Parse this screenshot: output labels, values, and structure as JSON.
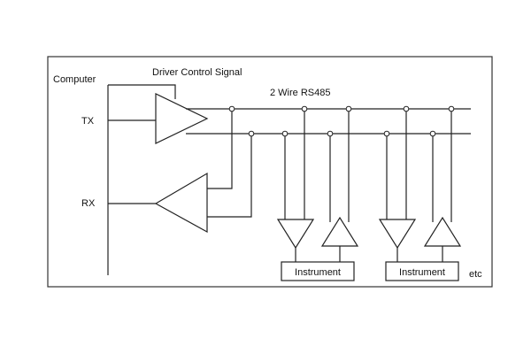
{
  "labels": {
    "computer": "Computer",
    "driver_control": "Driver Control Signal",
    "bus": "2 Wire RS485",
    "tx": "TX",
    "rx": "RX",
    "etc": "etc"
  },
  "instruments": [
    {
      "label": "Instrument"
    },
    {
      "label": "Instrument"
    }
  ]
}
